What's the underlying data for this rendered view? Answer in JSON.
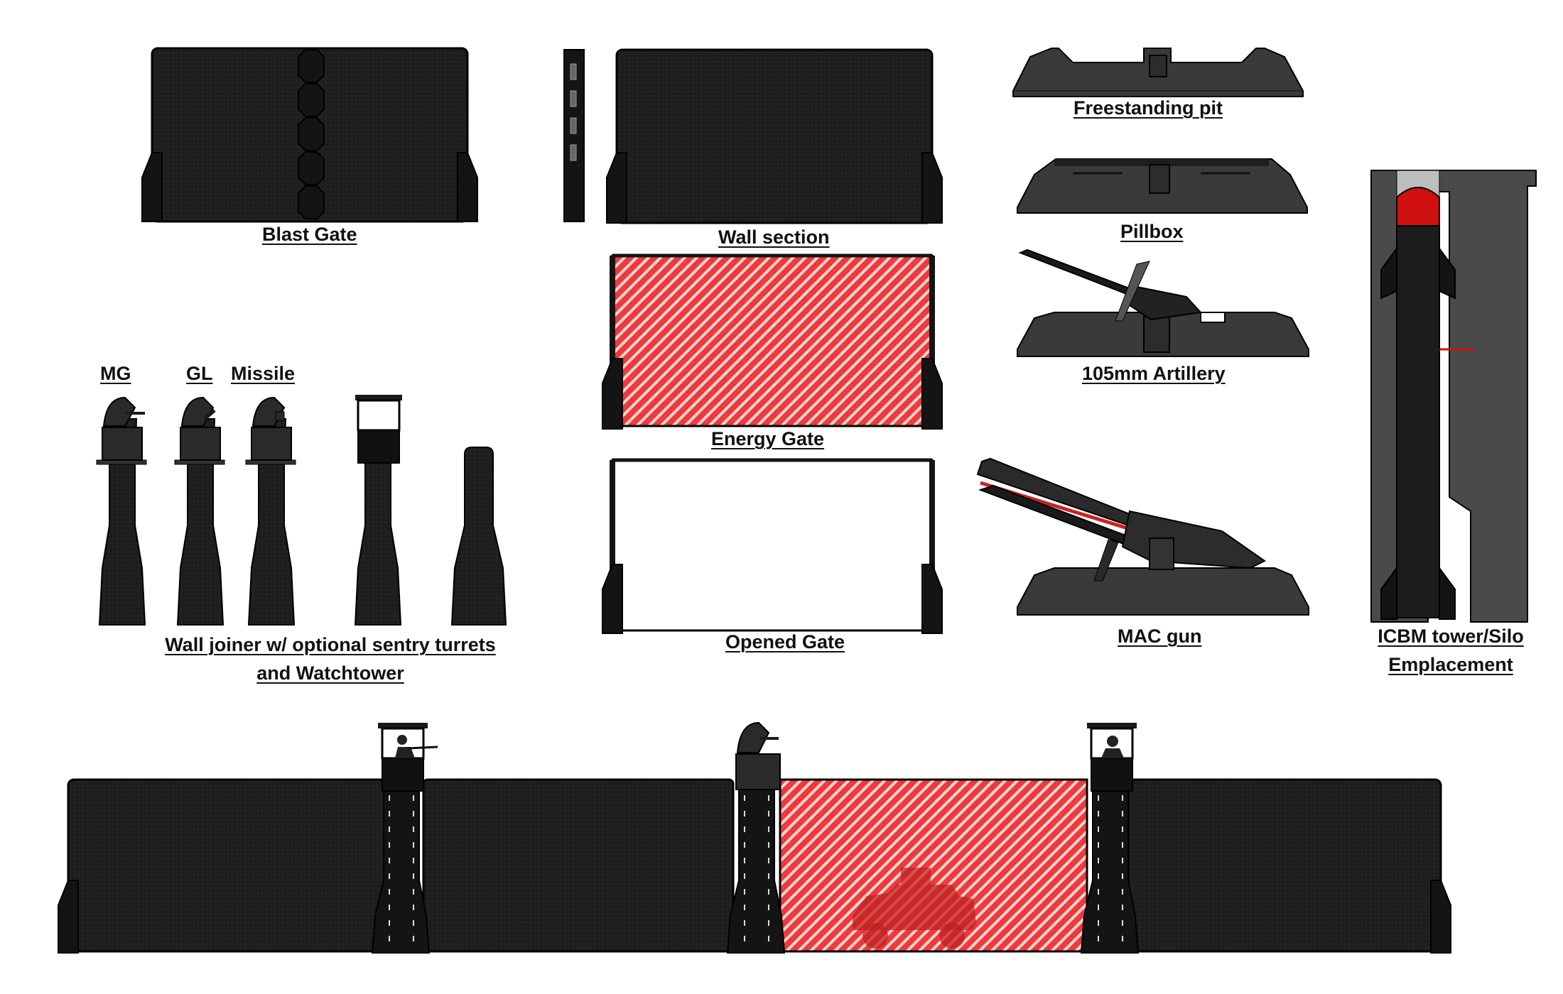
{
  "labels": {
    "blast_gate": "Blast Gate",
    "wall_section": "Wall section",
    "freestanding_pit": "Freestanding pit",
    "pillbox": "Pillbox",
    "artillery": "105mm Artillery",
    "energy_gate": "Energy Gate",
    "opened_gate": "Opened Gate",
    "mac_gun": "MAC gun",
    "icbm_line1": "ICBM tower/Silo",
    "icbm_line2": "Emplacement",
    "mg": "MG",
    "gl": "GL",
    "missile": "Missile",
    "joiner_line1": "Wall joiner w/ optional sentry turrets",
    "joiner_line2": "and Watchtower"
  },
  "colors": {
    "wall_fill": "#1c1c1c",
    "wall_dark": "#111111",
    "emplacement_gray": "#3a3a3a",
    "emplacement_light": "#4a4a4a",
    "energy_red": "#ee3030",
    "energy_stripe": "#ffd0d0",
    "warhead_red": "#d01010",
    "outline": "#000000"
  }
}
